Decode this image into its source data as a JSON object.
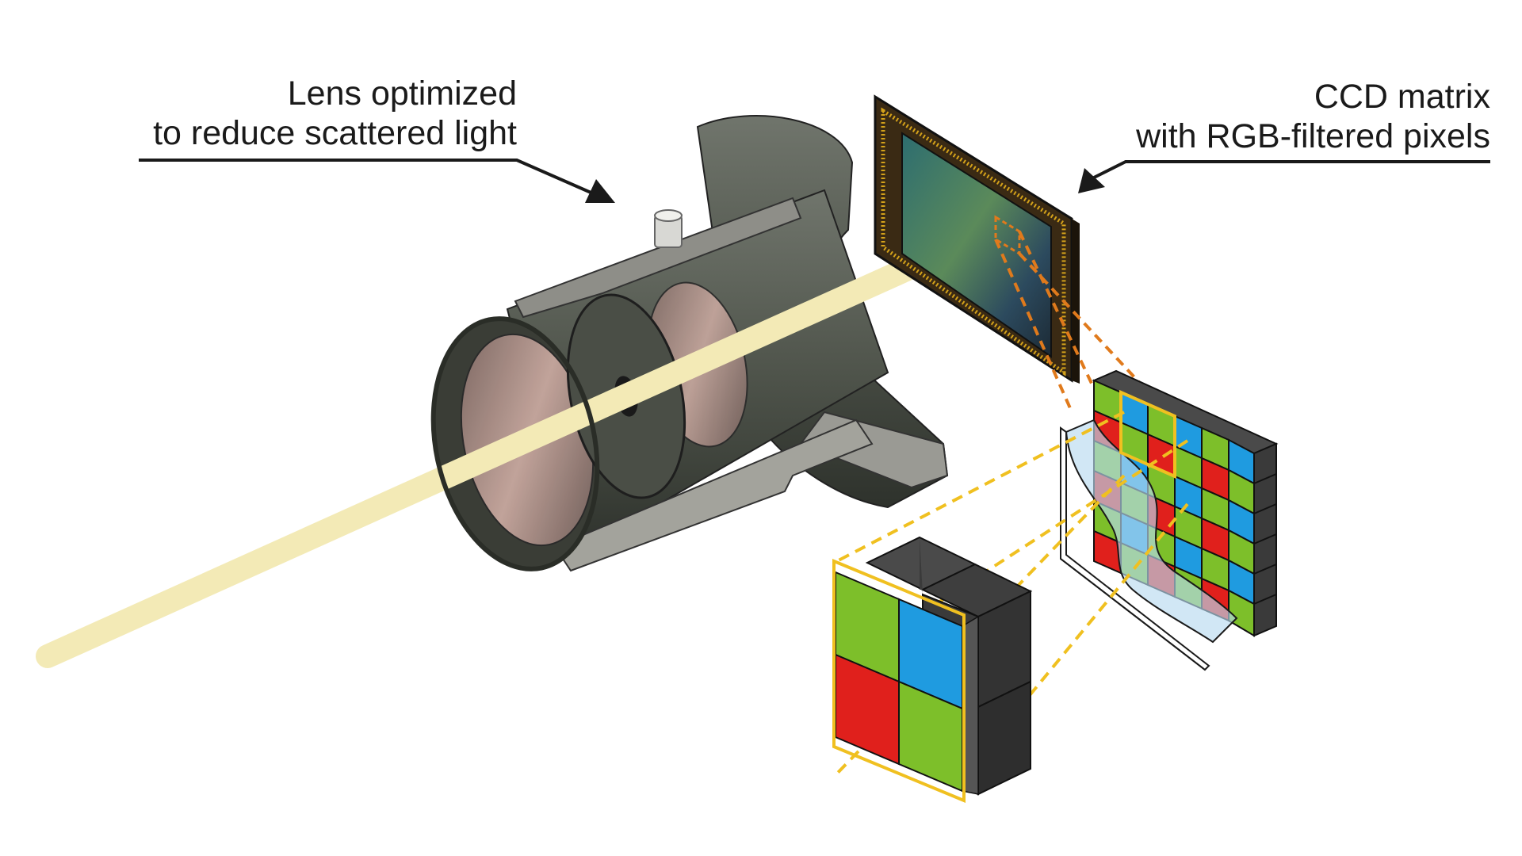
{
  "labels": {
    "lens": {
      "line1": "Lens optimized",
      "line2": "to reduce scattered light"
    },
    "ccd": {
      "line1": "CCD matrix",
      "line2": "with RGB-filtered pixels"
    }
  },
  "colors": {
    "background": "#ffffff",
    "text": "#1a1a1a",
    "light_beam": "#f3eab6",
    "lens_body": "#555a52",
    "lens_body_dark": "#2f332d",
    "lens_cut_face": "#9a9a94",
    "sensor_frame": "#3a2a14",
    "sensor_pins": "#d4a21a",
    "zoom_orange": "#e07a1c",
    "zoom_yellow": "#f0c020",
    "pixel_green": "#7dbf2a",
    "pixel_blue": "#1f9be0",
    "pixel_red": "#e0201c",
    "pixel_black": "#3a3a3a",
    "filter_film": "#b8daf0"
  },
  "icons": {
    "lens": "camera-lens-cutaway-icon",
    "sensor": "ccd-sensor-chip-icon",
    "pixel_grid": "bayer-filter-grid-icon",
    "pixel_cube": "bayer-2x2-cube-icon"
  }
}
